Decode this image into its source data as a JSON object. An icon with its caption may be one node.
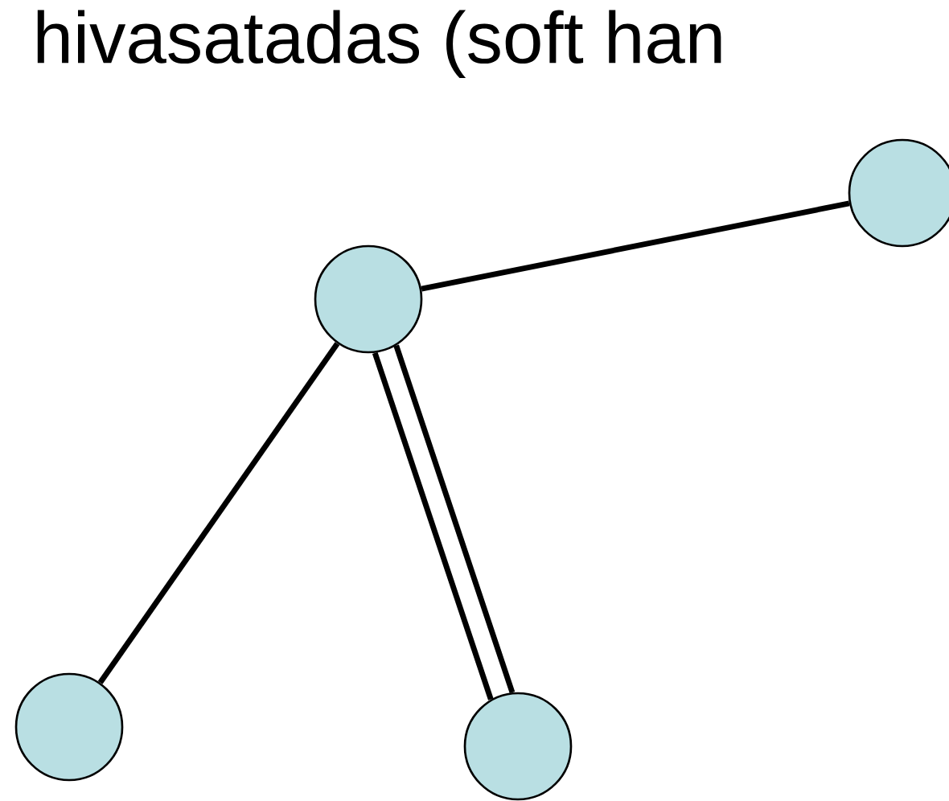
{
  "diagram": {
    "title": "hivasatadas (soft han",
    "nodes": [
      {
        "text": [],
        "shape": "circle"
      },
      {
        "text": [],
        "shape": "circle"
      },
      {
        "text": [],
        "shape": "circle"
      },
      {
        "text": [],
        "shape": "circle"
      }
    ],
    "edges": [
      {
        "from": 1,
        "to": 0,
        "arrow": "none"
      },
      {
        "from": 1,
        "to": 2,
        "arrow": "none"
      },
      {
        "from": 1,
        "to": 3,
        "arrow": "none"
      },
      {
        "from": 1,
        "to": 3,
        "arrow": "none"
      }
    ]
  }
}
